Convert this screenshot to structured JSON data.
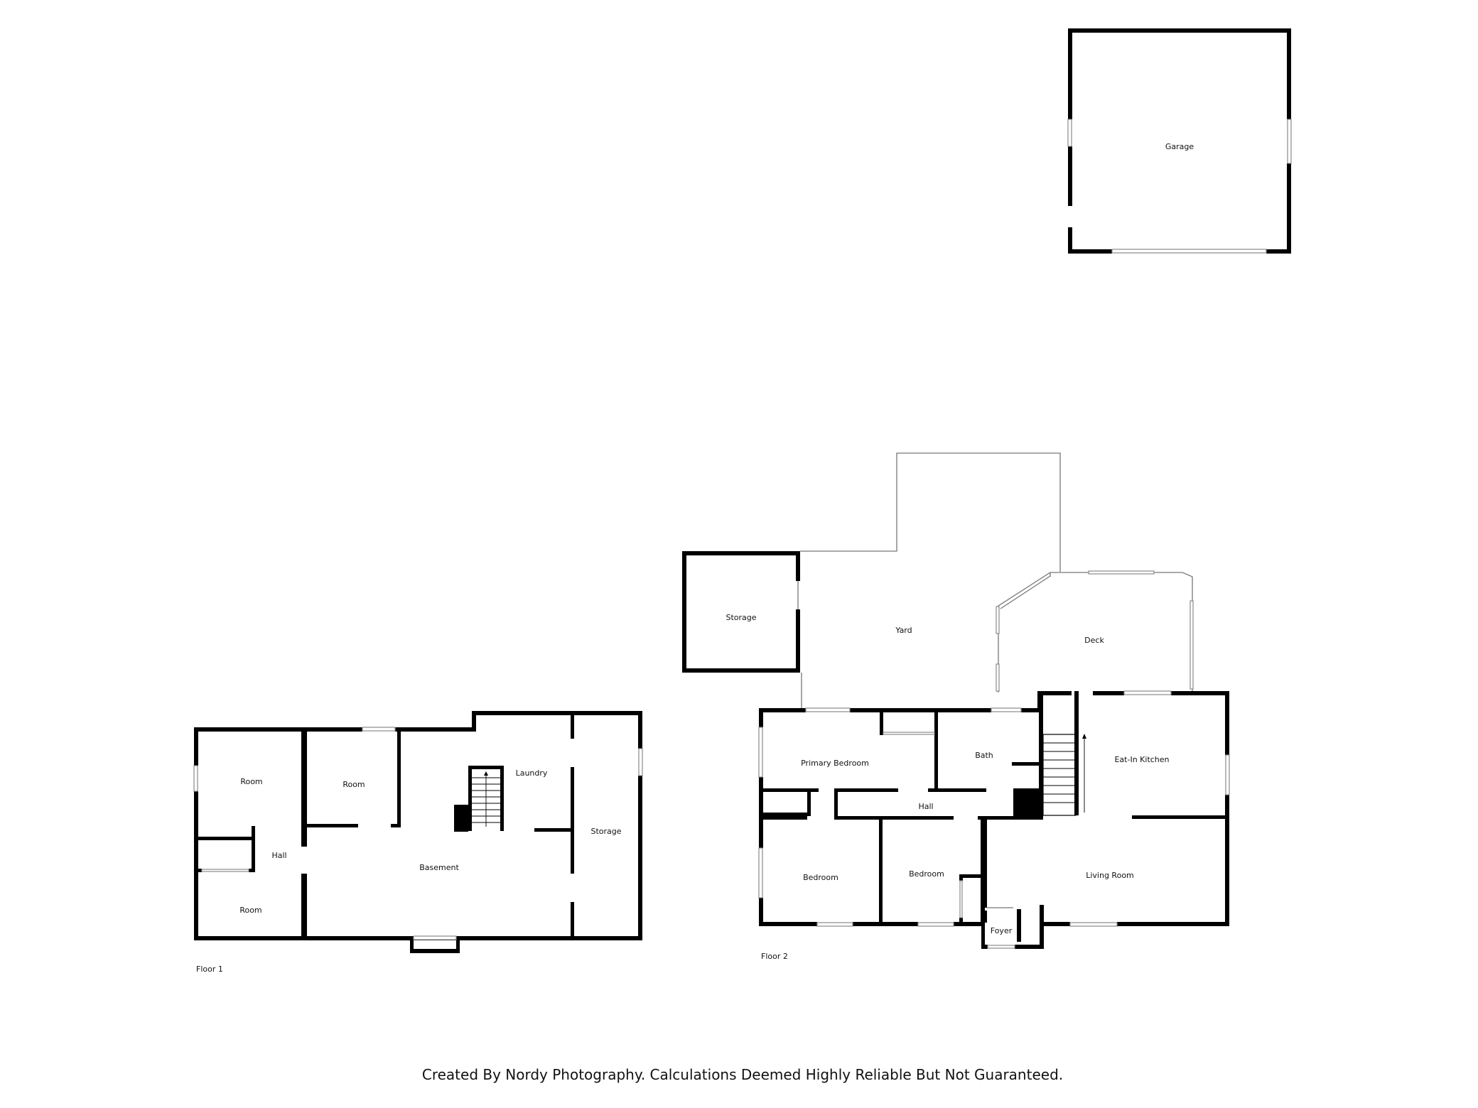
{
  "floors": {
    "floor1": {
      "label": "Floor 1",
      "rooms": {
        "room_top_left": "Room",
        "room_bottom_left": "Room",
        "hall": "Hall",
        "room_middle": "Room",
        "basement": "Basement",
        "laundry": "Laundry",
        "storage": "Storage"
      }
    },
    "floor2": {
      "label": "Floor 2",
      "rooms": {
        "storage": "Storage",
        "yard": "Yard",
        "deck": "Deck",
        "primary_bedroom": "Primary Bedroom",
        "bath": "Bath",
        "hall": "Hall",
        "eat_in_kitchen": "Eat-In Kitchen",
        "bedroom_left": "Bedroom",
        "bedroom_middle": "Bedroom",
        "living_room": "Living Room",
        "foyer": "Foyer"
      }
    },
    "garage": {
      "rooms": {
        "garage": "Garage"
      }
    }
  },
  "footer": {
    "credit": "Created By Nordy Photography. Calculations Deemed Highly Reliable But Not Guaranteed."
  },
  "colors": {
    "wall": "#000000",
    "window": "#8a8a8a",
    "background": "#ffffff"
  }
}
